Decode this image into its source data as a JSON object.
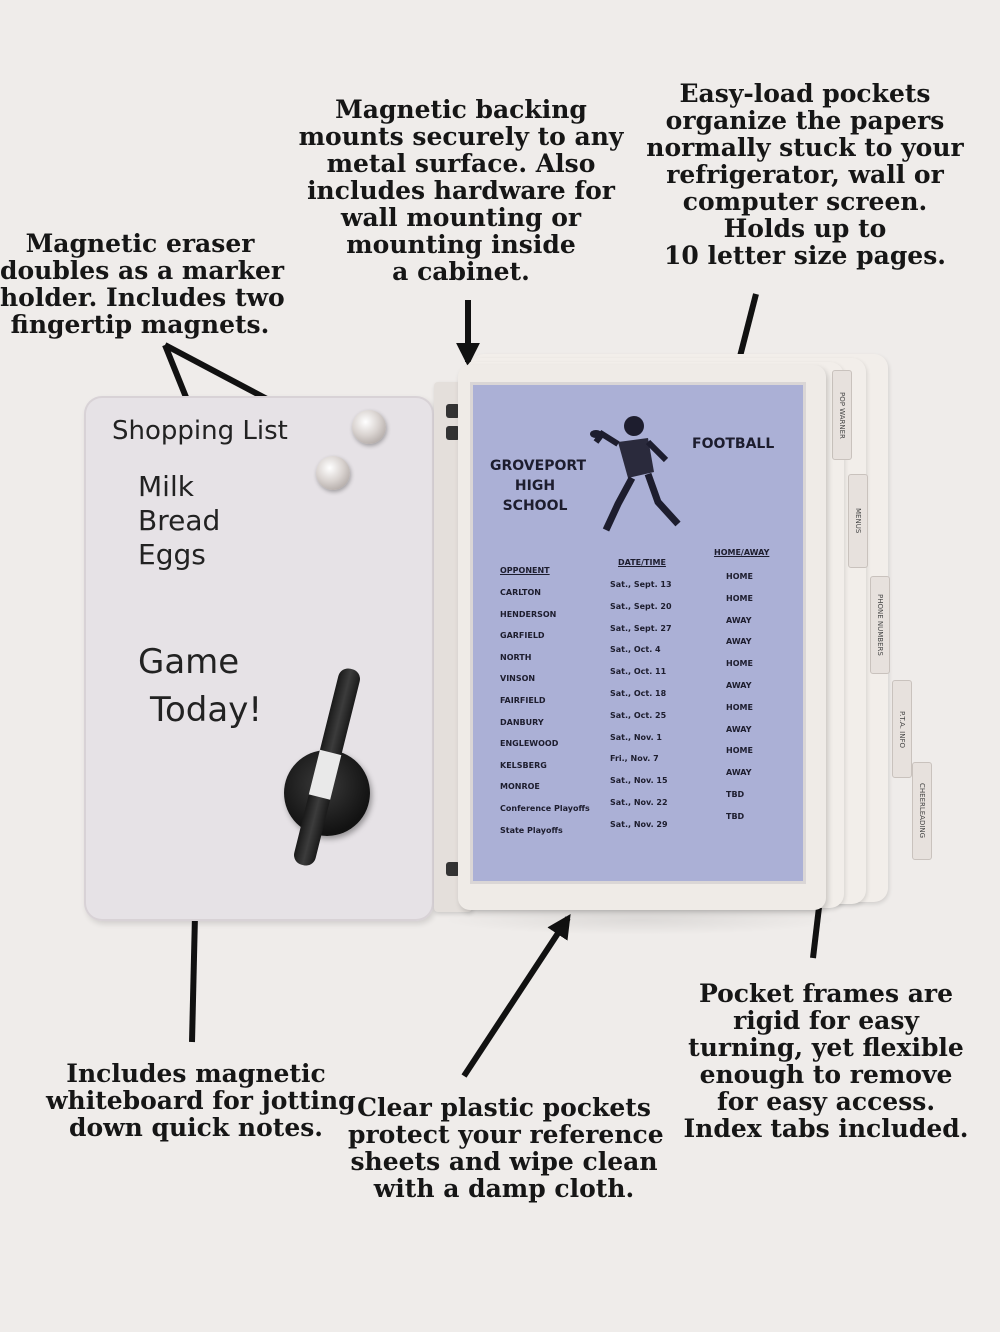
{
  "callouts": {
    "magnetic_backing": [
      "Magnetic backing",
      "mounts securely to any",
      "metal surface. Also",
      "includes hardware for",
      "wall mounting or",
      "mounting inside",
      "a cabinet."
    ],
    "easy_load": [
      "Easy-load pockets",
      "organize the papers",
      "normally stuck to your",
      "refrigerator, wall or",
      "computer screen.",
      "Holds up to",
      "10 letter size pages."
    ],
    "eraser": [
      "Magnetic eraser",
      "doubles as a marker",
      "holder. Includes two",
      "fingertip magnets."
    ],
    "whiteboard": [
      "Includes magnetic",
      "whiteboard for jotting",
      "down quick notes."
    ],
    "clear_plastic": [
      "Clear plastic pockets",
      "protect your reference",
      "sheets and wipe clean",
      "with a damp cloth."
    ],
    "pocket_frames": [
      "Pocket frames are",
      "rigid for easy",
      "turning, yet flexible",
      "enough to remove",
      "for easy access.",
      "Index tabs included."
    ]
  },
  "whiteboard_notes": {
    "title": "Shopping List",
    "items": [
      "Milk",
      "Bread",
      "Eggs"
    ],
    "note_line1": "Game",
    "note_line2": "Today!"
  },
  "schedule": {
    "school": [
      "GROVEPORT",
      "HIGH",
      "SCHOOL"
    ],
    "sport": "FOOTBALL",
    "headers": {
      "opponent": "OPPONENT",
      "date": "DATE/TIME",
      "home_away": "HOME/AWAY"
    },
    "rows": [
      {
        "opponent": "CARLTON",
        "date": "Sat., Sept. 13",
        "home_away": "HOME"
      },
      {
        "opponent": "HENDERSON",
        "date": "Sat., Sept. 20",
        "home_away": "HOME"
      },
      {
        "opponent": "GARFIELD",
        "date": "Sat., Sept. 27",
        "home_away": "AWAY"
      },
      {
        "opponent": "NORTH",
        "date": "Sat., Oct. 4",
        "home_away": "AWAY"
      },
      {
        "opponent": "VINSON",
        "date": "Sat., Oct. 11",
        "home_away": "HOME"
      },
      {
        "opponent": "FAIRFIELD",
        "date": "Sat., Oct. 18",
        "home_away": "AWAY"
      },
      {
        "opponent": "DANBURY",
        "date": "Sat., Oct. 25",
        "home_away": "HOME"
      },
      {
        "opponent": "ENGLEWOOD",
        "date": "Sat., Nov. 1",
        "home_away": "AWAY"
      },
      {
        "opponent": "KELSBERG",
        "date": "Fri., Nov. 7",
        "home_away": "HOME"
      },
      {
        "opponent": "MONROE",
        "date": "Sat., Nov. 15",
        "home_away": "AWAY"
      },
      {
        "opponent": "Conference Playoffs",
        "date": "Sat., Nov. 22",
        "home_away": "TBD"
      },
      {
        "opponent": "State Playoffs",
        "date": "Sat., Nov. 29",
        "home_away": "TBD"
      }
    ]
  },
  "index_tabs": [
    "POP WARNER",
    "MENUS",
    "PHONE NUMBERS",
    "P.T.A. INFO",
    "CHEERLEADING"
  ],
  "colors": {
    "background": "#efecea",
    "sheet": "#abb0d6",
    "whiteboard": "#e6e2e6",
    "text": "#161616"
  }
}
